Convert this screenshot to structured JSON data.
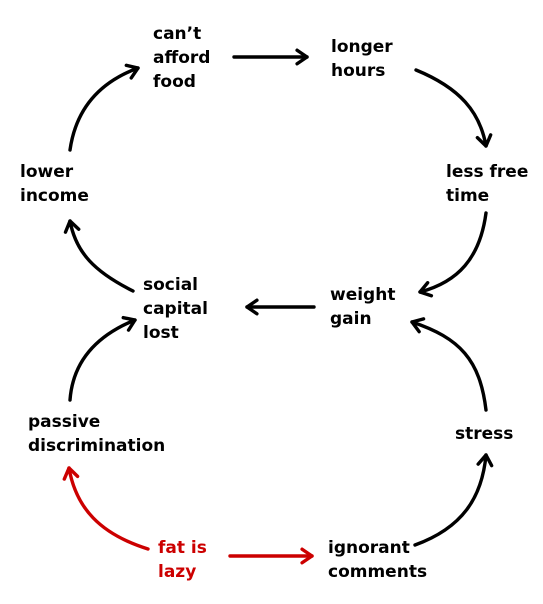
{
  "colors": {
    "default": "#000000",
    "highlight": "#cc0000"
  },
  "nodes": {
    "cant_afford_food": "can’t\nafford\nfood",
    "longer_hours": "longer\nhours",
    "less_free_time": "less free\ntime",
    "weight_gain": "weight\ngain",
    "social_capital_lost": "social\ncapital\nlost",
    "lower_income": "lower\nincome",
    "passive_discrimination": "passive\ndiscrimination",
    "stress": "stress",
    "fat_is_lazy": "fat is\nlazy",
    "ignorant_comments": "ignorant\ncomments"
  },
  "edges": [
    {
      "from": "cant_afford_food",
      "to": "longer_hours",
      "color": "default"
    },
    {
      "from": "longer_hours",
      "to": "less_free_time",
      "color": "default"
    },
    {
      "from": "less_free_time",
      "to": "weight_gain",
      "color": "default"
    },
    {
      "from": "weight_gain",
      "to": "social_capital_lost",
      "color": "default"
    },
    {
      "from": "social_capital_lost",
      "to": "lower_income",
      "color": "default"
    },
    {
      "from": "lower_income",
      "to": "cant_afford_food",
      "color": "default"
    },
    {
      "from": "passive_discrimination",
      "to": "social_capital_lost",
      "color": "default"
    },
    {
      "from": "stress",
      "to": "weight_gain",
      "color": "default"
    },
    {
      "from": "ignorant_comments",
      "to": "stress",
      "color": "default"
    },
    {
      "from": "fat_is_lazy",
      "to": "passive_discrimination",
      "color": "highlight"
    },
    {
      "from": "fat_is_lazy",
      "to": "ignorant_comments",
      "color": "highlight"
    }
  ]
}
